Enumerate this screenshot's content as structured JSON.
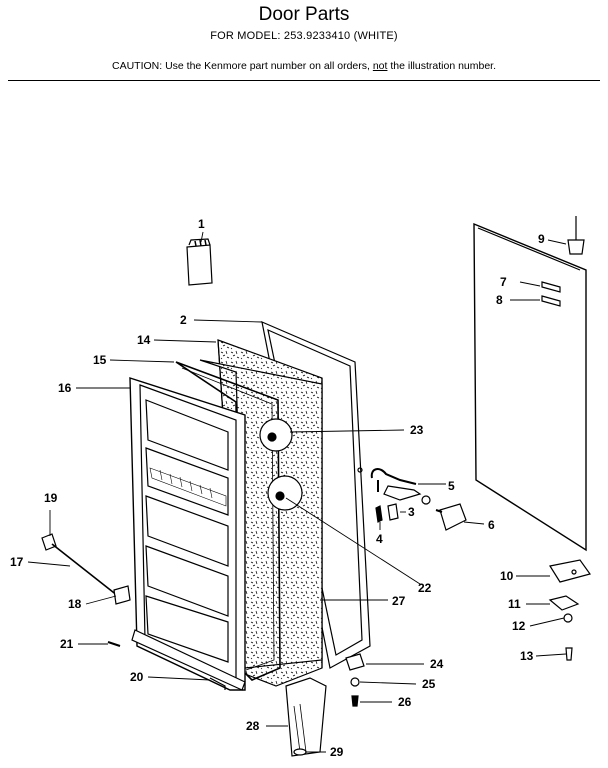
{
  "header": {
    "title": "Door Parts",
    "model_line": "FOR MODEL:  253.9233410  (WHITE)",
    "caution_pre": "CAUTION:  Use the Kenmore part number on all orders, ",
    "caution_not": "not",
    "caution_post": " the illustration number."
  },
  "callouts": {
    "c1": "1",
    "c2": "2",
    "c3": "3",
    "c4": "4",
    "c5": "5",
    "c6": "6",
    "c7": "7",
    "c8": "8",
    "c9": "9",
    "c10": "10",
    "c11": "11",
    "c12": "12",
    "c13": "13",
    "c14": "14",
    "c15": "15",
    "c16": "16",
    "c17": "17",
    "c18": "18",
    "c19": "19",
    "c20": "20",
    "c21": "21",
    "c22": "22",
    "c23": "23",
    "c24": "24",
    "c25": "25",
    "c26": "26",
    "c27": "27",
    "c28": "28",
    "c29": "29"
  }
}
